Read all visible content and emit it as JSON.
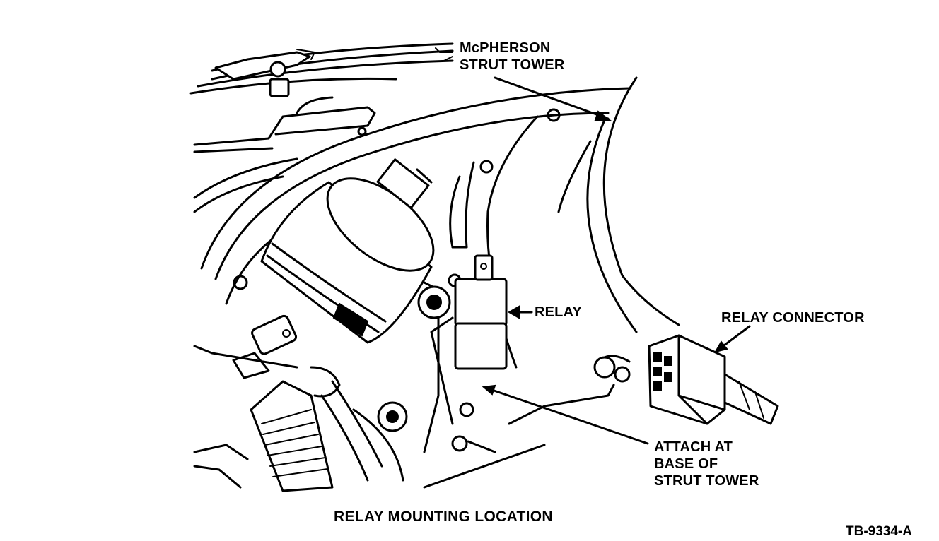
{
  "labels": {
    "strut_tower_line1": "McPHERSON",
    "strut_tower_line2": "STRUT TOWER",
    "relay": "RELAY",
    "relay_connector": "RELAY CONNECTOR",
    "attach_line1": "ATTACH AT",
    "attach_line2": "BASE OF",
    "attach_line3": "STRUT TOWER"
  },
  "caption": "RELAY MOUNTING LOCATION",
  "figure_id": "TB-9334-A"
}
